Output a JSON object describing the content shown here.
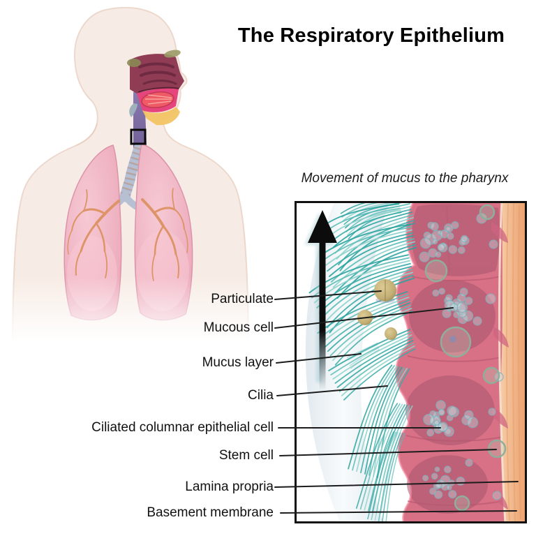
{
  "title": "The Respiratory Epithelium",
  "inset": {
    "caption": "Movement of mucus to the pharynx",
    "labels": [
      "Particulate",
      "Mucous cell",
      "Mucus layer",
      "Cilia",
      "Ciliated columnar epithelial cell",
      "Stem cell",
      "Lamina propria",
      "Basement membrane"
    ]
  },
  "icons": {
    "mucus_flow_arrow": "up-arrow",
    "trachea_inset_marker": "square-outline"
  },
  "colors": {
    "title_text": "#000000",
    "label_text": "#111111",
    "leader_line": "#1c1c1c",
    "inset_border": "#111111",
    "flow_arrow": "#0c0c0c",
    "cilia_teal": "#2aa39e",
    "epithelium_pink": "#d87186",
    "cell_interior_maroon": "#a85570",
    "lamina_propria_orange": "#eda06e",
    "particulate_tan": "#c2ae74",
    "mucus_band_gray": "#e7edf2",
    "body_cream": "#f7ece5",
    "lung_pink": "#efaebd",
    "bronchi_orange": "#dd9468",
    "tongue_red": "#ee5b66",
    "pharynx_purple": "#7e6fa3",
    "nasal_cavity_maroon": "#8f3c54"
  }
}
